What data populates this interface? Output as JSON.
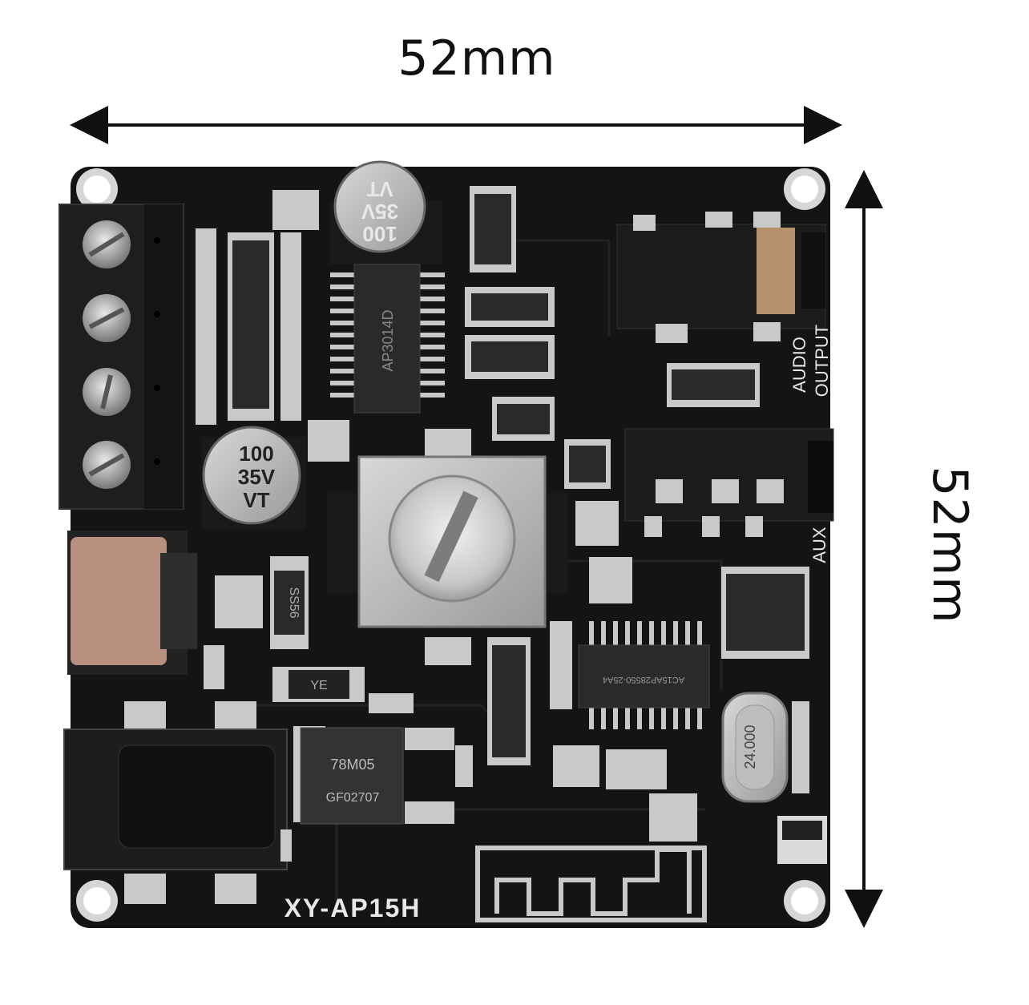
{
  "dimensions": {
    "width_label": "52mm",
    "height_label": "52mm"
  },
  "board": {
    "model": "XY-AP15H",
    "audio_output_label_1": "AUDIO",
    "audio_output_label_2": "OUTPUT",
    "aux_label": "AUX",
    "cap1": {
      "l1": "100",
      "l2": "35V",
      "l3": "VT"
    },
    "cap2": {
      "l1": "100",
      "l2": "35V",
      "l3": "VT"
    },
    "amp_chip": "AP3014D",
    "bt_chip": "AC15AP28550-25A4",
    "regulator": "78M05",
    "regulator_code": "GF02707",
    "diode": "SS56",
    "crystal": "24.000",
    "diode_small": "YE"
  },
  "colors": {
    "pcb": "#141414",
    "pad": "#c9c9c9",
    "terminal": "#1e1e1e",
    "usb": "#b98f80",
    "silk": "#e6e6e6"
  }
}
